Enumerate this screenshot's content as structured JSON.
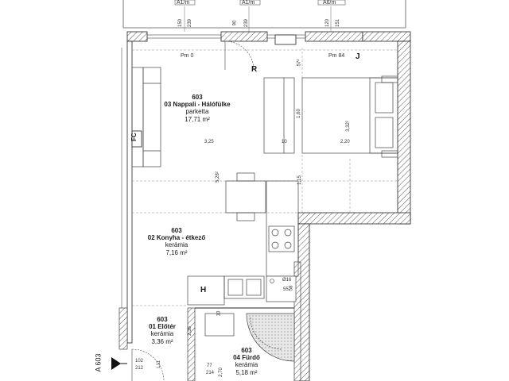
{
  "top_labels": {
    "a1": "A1/m",
    "a2": "A1/m",
    "a3": "A6/m"
  },
  "top_dims": [
    "150",
    "239",
    "90",
    "239",
    "120",
    "151"
  ],
  "levels": {
    "pm0": "Pm 0",
    "pm84": "Pm 84"
  },
  "tags": {
    "r": "R",
    "j": "J",
    "fc": "FC",
    "h": "H",
    "section": "A 603"
  },
  "rooms": {
    "nappali": {
      "number": "603",
      "name": "03 Nappali - Hálófülke",
      "material": "parketta",
      "area": "17,71 m²"
    },
    "konyha": {
      "number": "603",
      "name": "02 Konyha - étkező",
      "material": "kerámia",
      "area": "7,16 m²"
    },
    "eloter": {
      "number": "603",
      "name": "01 Előtér",
      "material": "kerámia",
      "area": "3,36 m²"
    },
    "furdo": {
      "number": "603",
      "name": "04 Fürdő",
      "material": "kerámia",
      "area": "5,18 m²"
    }
  },
  "dims": {
    "d325": "3,25",
    "d10a": "10",
    "d220": "2,20",
    "d160": "1,60",
    "d332": "3,32²",
    "d528": "5,28²",
    "d115": "1,15",
    "d57": "57²",
    "d16": "Ø16",
    "d55": "55",
    "d58": "58",
    "d10b": "10",
    "d77": "77",
    "d214": "214",
    "d102": "102",
    "d212": "212",
    "d270": "2,70",
    "d236": "2,36",
    "d11": "L11"
  }
}
